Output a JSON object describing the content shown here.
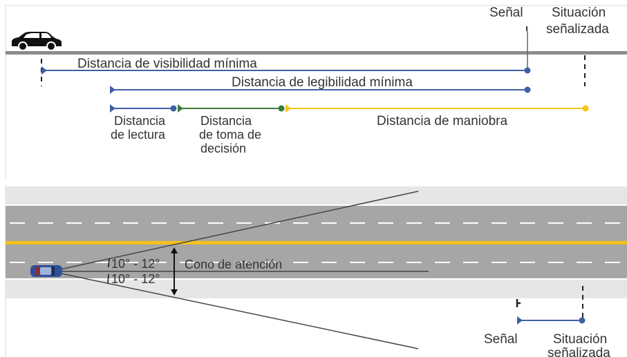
{
  "top_panel": {
    "sign_label": "Señal",
    "situation_label_line1": "Situación",
    "situation_label_line2": "señalizada",
    "measurements": {
      "visibility": "Distancia de visibilidad mínima",
      "legibility": "Distancia de legibilidad mínima",
      "reading_line1": "Distancia",
      "reading_line2": "de lectura",
      "decision_line1": "Distancia",
      "decision_line2": "de toma de",
      "decision_line3": "decisión",
      "maneuver": "Distancia de maniobra"
    }
  },
  "road_panel": {
    "angle_upper": "10° - 12°",
    "angle_lower": "10° - 12°",
    "cone_label": "Cono de atención",
    "sign_label": "Señal",
    "situation_label_line1": "Situación",
    "situation_label_line2": "señalizada"
  },
  "colors": {
    "blue": "#3e5fa6",
    "green": "#3b7d3a",
    "yellow": "#f5c518",
    "road": "#a6a6a6",
    "shoulder": "#e6e6e6",
    "center_line": "#f2c21b"
  }
}
